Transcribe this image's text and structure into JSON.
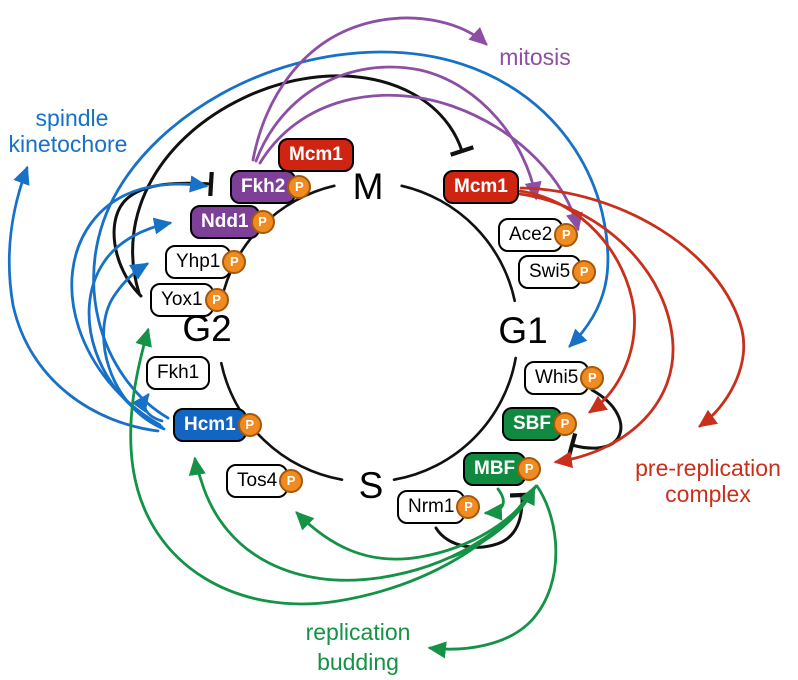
{
  "colors": {
    "blue": "#1771c6",
    "purple": "#8c4fa5",
    "green": "#149245",
    "red": "#c9301c",
    "nodeRed": "#cf2412",
    "nodePurple": "#7d3f98",
    "nodeBlue": "#1465c0",
    "nodeGreen": "#108a40",
    "badge": "#ef8b20",
    "badgeBorder": "#a65708"
  },
  "phases": {
    "m": "M",
    "g1": "G1",
    "s": "S",
    "g2": "G2"
  },
  "annotations": {
    "mitosis": "mitosis",
    "spindle_1": "spindle",
    "spindle_2": "kinetochore",
    "prerep_1": "pre-replication",
    "prerep_2": "complex",
    "repbud_1": "replication",
    "repbud_2": "budding"
  },
  "badge": {
    "p": "P"
  },
  "nodes": [
    {
      "label": "Mcm1"
    },
    {
      "label": "Fkh2"
    },
    {
      "label": "Ndd1"
    },
    {
      "label": "Yhp1"
    },
    {
      "label": "Yox1"
    },
    {
      "label": "Fkh1"
    },
    {
      "label": "Hcm1"
    },
    {
      "label": "Tos4"
    },
    {
      "label": "Nrm1"
    },
    {
      "label": "MBF"
    },
    {
      "label": "SBF"
    },
    {
      "label": "Whi5"
    },
    {
      "label": "Swi5"
    },
    {
      "label": "Ace2"
    },
    {
      "label": "Mcm1"
    }
  ]
}
